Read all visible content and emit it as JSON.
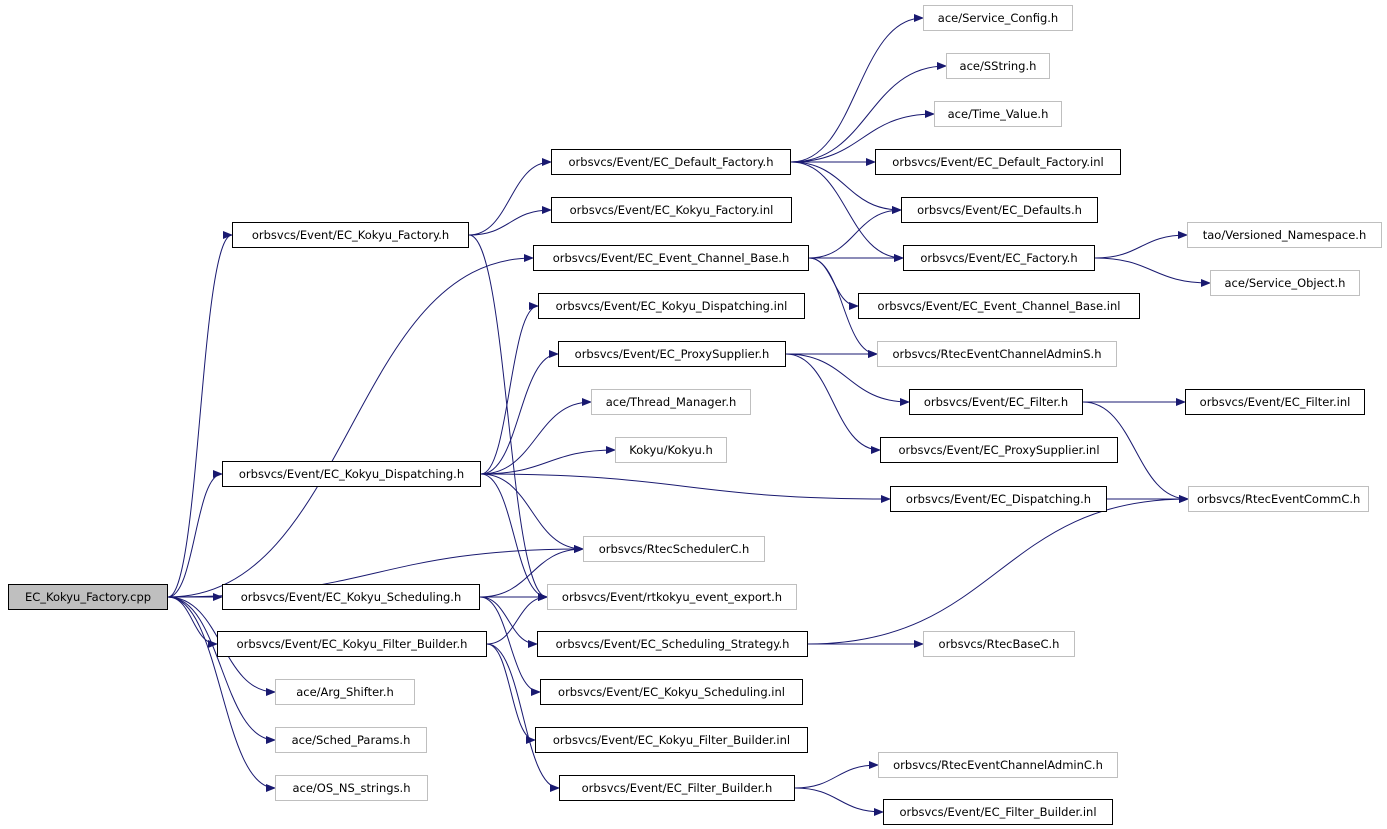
{
  "colors": {
    "edge": "#191970",
    "node_border": "#000000",
    "ext_border": "#bfbfbf",
    "root_fill": "#bfbfbf"
  },
  "root": "EC_Kokyu_Factory.cpp",
  "nodes": [
    {
      "id": "root",
      "label": "EC_Kokyu_Factory.cpp",
      "kind": "root"
    },
    {
      "id": "kf_h",
      "label": "orbsvcs/Event/EC_Kokyu_Factory.h",
      "kind": "doc"
    },
    {
      "id": "kd_h",
      "label": "orbsvcs/Event/EC_Kokyu_Dispatching.h",
      "kind": "doc"
    },
    {
      "id": "ks_h",
      "label": "orbsvcs/Event/EC_Kokyu_Scheduling.h",
      "kind": "doc"
    },
    {
      "id": "kfb_h",
      "label": "orbsvcs/Event/EC_Kokyu_Filter_Builder.h",
      "kind": "doc"
    },
    {
      "id": "arg",
      "label": "ace/Arg_Shifter.h",
      "kind": "ext"
    },
    {
      "id": "sched",
      "label": "ace/Sched_Params.h",
      "kind": "ext"
    },
    {
      "id": "osns",
      "label": "ace/OS_NS_strings.h",
      "kind": "ext"
    },
    {
      "id": "df_h",
      "label": "orbsvcs/Event/EC_Default_Factory.h",
      "kind": "doc"
    },
    {
      "id": "kf_inl",
      "label": "orbsvcs/Event/EC_Kokyu_Factory.inl",
      "kind": "doc"
    },
    {
      "id": "ecb_h",
      "label": "orbsvcs/Event/EC_Event_Channel_Base.h",
      "kind": "doc"
    },
    {
      "id": "kd_inl",
      "label": "orbsvcs/Event/EC_Kokyu_Dispatching.inl",
      "kind": "doc"
    },
    {
      "id": "ps_h",
      "label": "orbsvcs/Event/EC_ProxySupplier.h",
      "kind": "doc"
    },
    {
      "id": "thr",
      "label": "ace/Thread_Manager.h",
      "kind": "ext"
    },
    {
      "id": "kokyu",
      "label": "Kokyu/Kokyu.h",
      "kind": "ext"
    },
    {
      "id": "rsc",
      "label": "orbsvcs/RtecSchedulerC.h",
      "kind": "ext"
    },
    {
      "id": "rtk",
      "label": "orbsvcs/Event/rtkokyu_event_export.h",
      "kind": "ext"
    },
    {
      "id": "ss_h",
      "label": "orbsvcs/Event/EC_Scheduling_Strategy.h",
      "kind": "doc"
    },
    {
      "id": "ks_inl",
      "label": "orbsvcs/Event/EC_Kokyu_Scheduling.inl",
      "kind": "doc"
    },
    {
      "id": "kfb_inl",
      "label": "orbsvcs/Event/EC_Kokyu_Filter_Builder.inl",
      "kind": "doc"
    },
    {
      "id": "fb_h",
      "label": "orbsvcs/Event/EC_Filter_Builder.h",
      "kind": "doc"
    },
    {
      "id": "svccfg",
      "label": "ace/Service_Config.h",
      "kind": "ext"
    },
    {
      "id": "sstr",
      "label": "ace/SString.h",
      "kind": "ext"
    },
    {
      "id": "tv",
      "label": "ace/Time_Value.h",
      "kind": "ext"
    },
    {
      "id": "df_inl",
      "label": "orbsvcs/Event/EC_Default_Factory.inl",
      "kind": "doc"
    },
    {
      "id": "defs",
      "label": "orbsvcs/Event/EC_Defaults.h",
      "kind": "doc"
    },
    {
      "id": "fac_h",
      "label": "orbsvcs/Event/EC_Factory.h",
      "kind": "doc"
    },
    {
      "id": "ecb_inl",
      "label": "orbsvcs/Event/EC_Event_Channel_Base.inl",
      "kind": "doc"
    },
    {
      "id": "recas",
      "label": "orbsvcs/RtecEventChannelAdminS.h",
      "kind": "ext"
    },
    {
      "id": "filt_h",
      "label": "orbsvcs/Event/EC_Filter.h",
      "kind": "doc"
    },
    {
      "id": "ps_inl",
      "label": "orbsvcs/Event/EC_ProxySupplier.inl",
      "kind": "doc"
    },
    {
      "id": "disp_h",
      "label": "orbsvcs/Event/EC_Dispatching.h",
      "kind": "doc"
    },
    {
      "id": "rbase",
      "label": "orbsvcs/RtecBaseC.h",
      "kind": "ext"
    },
    {
      "id": "recac",
      "label": "orbsvcs/RtecEventChannelAdminC.h",
      "kind": "ext"
    },
    {
      "id": "fb_inl",
      "label": "orbsvcs/Event/EC_Filter_Builder.inl",
      "kind": "doc"
    },
    {
      "id": "tvns",
      "label": "tao/Versioned_Namespace.h",
      "kind": "ext"
    },
    {
      "id": "svcobj",
      "label": "ace/Service_Object.h",
      "kind": "ext"
    },
    {
      "id": "filt_inl",
      "label": "orbsvcs/Event/EC_Filter.inl",
      "kind": "doc"
    },
    {
      "id": "recc",
      "label": "orbsvcs/RtecEventCommC.h",
      "kind": "ext"
    }
  ],
  "edges": [
    [
      "root",
      "kf_h"
    ],
    [
      "root",
      "ecb_h"
    ],
    [
      "root",
      "kd_h"
    ],
    [
      "root",
      "rsc"
    ],
    [
      "root",
      "ks_h"
    ],
    [
      "root",
      "rtk"
    ],
    [
      "root",
      "kfb_h"
    ],
    [
      "root",
      "arg"
    ],
    [
      "root",
      "sched"
    ],
    [
      "root",
      "osns"
    ],
    [
      "kf_h",
      "df_h"
    ],
    [
      "kf_h",
      "kf_inl"
    ],
    [
      "kf_h",
      "rtk"
    ],
    [
      "df_h",
      "svccfg"
    ],
    [
      "df_h",
      "sstr"
    ],
    [
      "df_h",
      "tv"
    ],
    [
      "df_h",
      "df_inl"
    ],
    [
      "df_h",
      "defs"
    ],
    [
      "df_h",
      "fac_h"
    ],
    [
      "ecb_h",
      "defs"
    ],
    [
      "ecb_h",
      "fac_h"
    ],
    [
      "ecb_h",
      "ecb_inl"
    ],
    [
      "ecb_h",
      "recas"
    ],
    [
      "fac_h",
      "tvns"
    ],
    [
      "fac_h",
      "svcobj"
    ],
    [
      "kd_h",
      "kd_inl"
    ],
    [
      "kd_h",
      "ps_h"
    ],
    [
      "kd_h",
      "thr"
    ],
    [
      "kd_h",
      "kokyu"
    ],
    [
      "kd_h",
      "disp_h"
    ],
    [
      "kd_h",
      "rsc"
    ],
    [
      "kd_h",
      "rtk"
    ],
    [
      "ps_h",
      "recas"
    ],
    [
      "ps_h",
      "filt_h"
    ],
    [
      "ps_h",
      "ps_inl"
    ],
    [
      "filt_h",
      "filt_inl"
    ],
    [
      "filt_h",
      "recc"
    ],
    [
      "disp_h",
      "recc"
    ],
    [
      "ks_h",
      "rsc"
    ],
    [
      "ks_h",
      "rtk"
    ],
    [
      "ks_h",
      "ss_h"
    ],
    [
      "ks_h",
      "ks_inl"
    ],
    [
      "ss_h",
      "rbase"
    ],
    [
      "ss_h",
      "recc"
    ],
    [
      "kfb_h",
      "rtk"
    ],
    [
      "kfb_h",
      "kfb_inl"
    ],
    [
      "kfb_h",
      "fb_h"
    ],
    [
      "fb_h",
      "recac"
    ],
    [
      "fb_h",
      "fb_inl"
    ]
  ]
}
